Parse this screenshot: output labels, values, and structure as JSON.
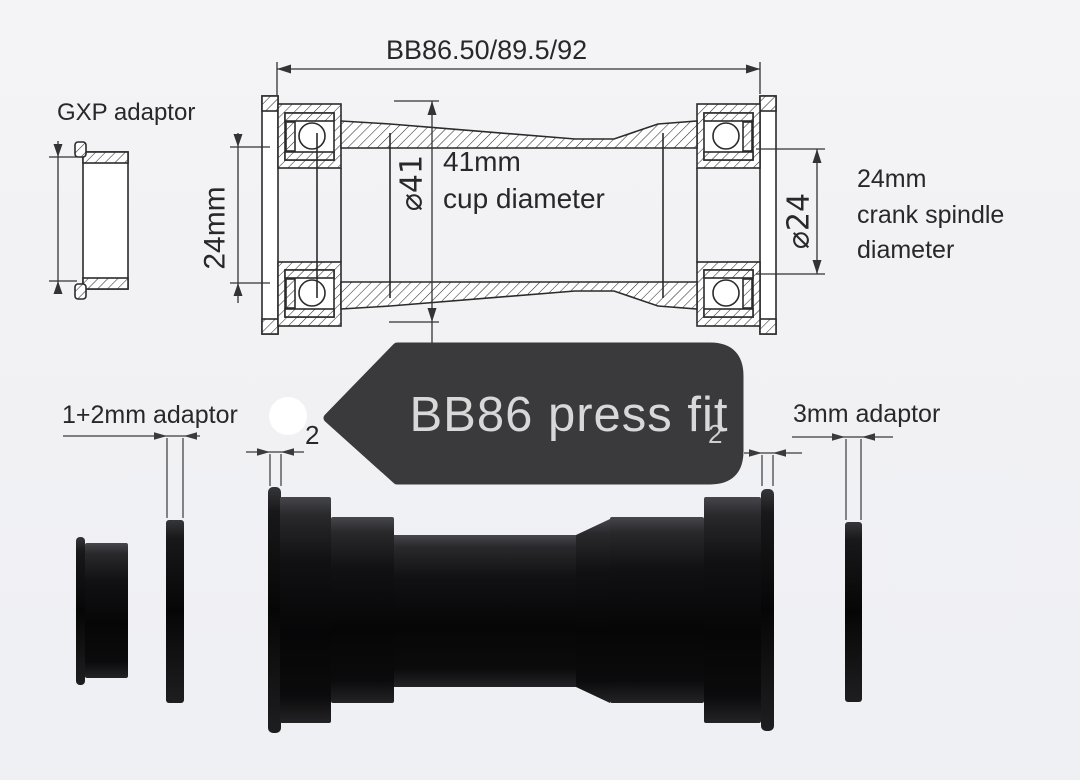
{
  "colors": {
    "background": "#f2f2f4",
    "ink": "#28282a",
    "badge_bg": "#3a3a3c",
    "badge_text": "#d8d8d8",
    "product": "#0a0a0b"
  },
  "drawing": {
    "overall_width": "BB86.50/89.5/92",
    "gxp_adaptor": "GXP adaptor",
    "shell_width_left": "24mm",
    "cup_diameter_symbol": "⌀41",
    "cup_diameter_value": "41mm",
    "cup_diameter_caption": "cup diameter",
    "spindle_diameter_symbol": "⌀24",
    "spindle_value": "24mm",
    "spindle_caption_line1": "crank spindle",
    "spindle_caption_line2": "diameter"
  },
  "badge": {
    "label": "BB86 press fit"
  },
  "photo": {
    "left_adaptor_label": "1+2mm adaptor",
    "right_adaptor_label": "3mm adaptor",
    "left_flange_width": "2",
    "right_flange_width": "2"
  }
}
